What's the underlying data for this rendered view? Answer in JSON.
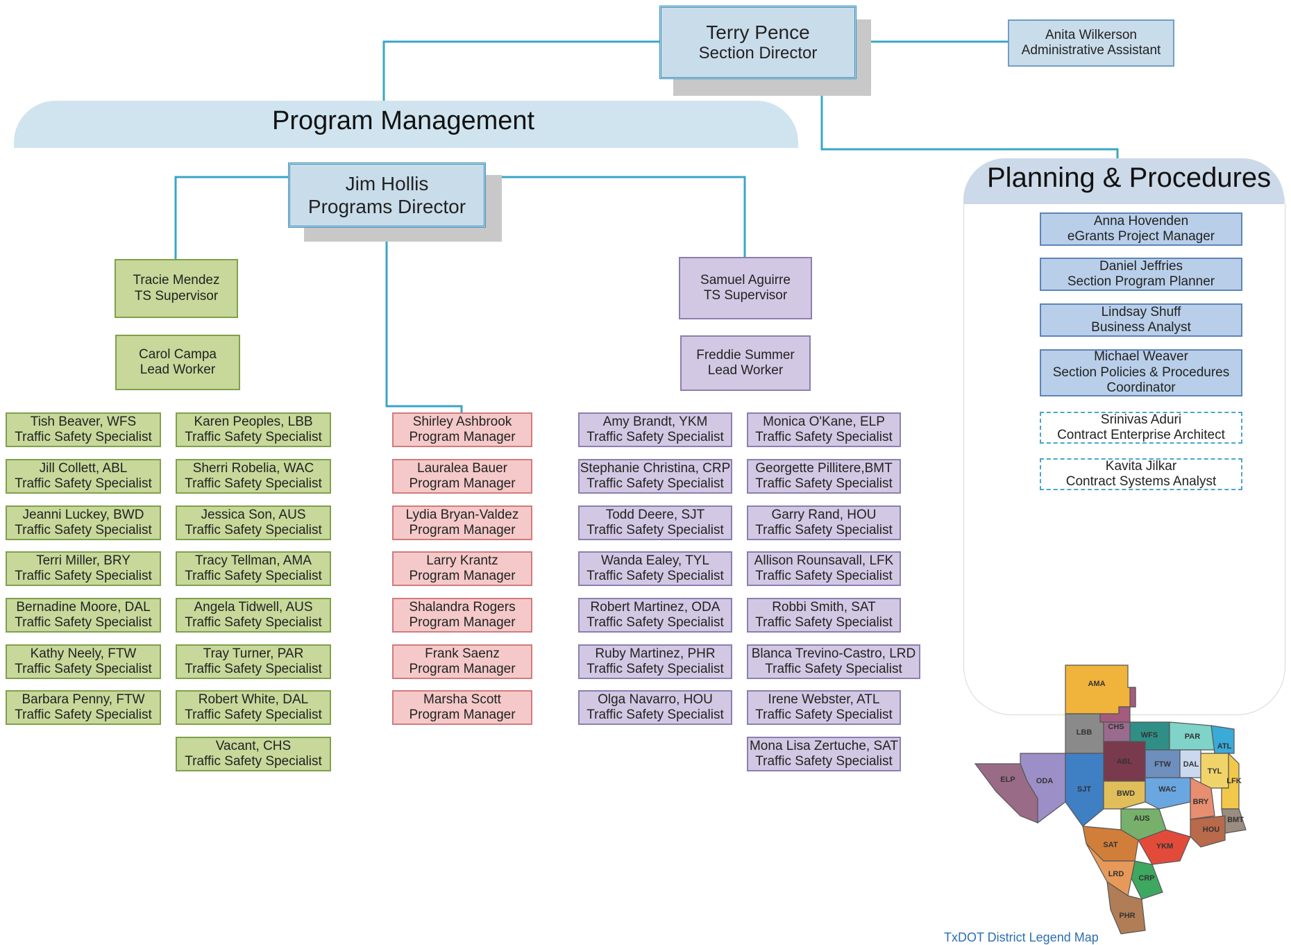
{
  "director": {
    "name": "Terry Pence",
    "title": "Section Director"
  },
  "assistant": {
    "name": "Anita Wilkerson",
    "title": "Administrative Assistant"
  },
  "program_management": {
    "heading": "Program Management",
    "programs_director": {
      "name": "Jim Hollis",
      "title": "Programs Director"
    },
    "left_team": {
      "supervisor": {
        "name": "Tracie Mendez",
        "title": "TS Supervisor"
      },
      "lead": {
        "name": "Carol Campa",
        "title": "Lead Worker"
      },
      "col1": [
        {
          "name": "Tish Beaver, WFS",
          "title": "Traffic Safety Specialist"
        },
        {
          "name": "Jill Collett, ABL",
          "title": "Traffic Safety Specialist"
        },
        {
          "name": "Jeanni Luckey, BWD",
          "title": "Traffic Safety Specialist"
        },
        {
          "name": "Terri Miller, BRY",
          "title": "Traffic Safety Specialist"
        },
        {
          "name": "Bernadine Moore, DAL",
          "title": "Traffic Safety Specialist"
        },
        {
          "name": "Kathy Neely, FTW",
          "title": "Traffic Safety Specialist"
        },
        {
          "name": "Barbara Penny, FTW",
          "title": "Traffic Safety Specialist"
        }
      ],
      "col2": [
        {
          "name": "Karen Peoples, LBB",
          "title": "Traffic Safety Specialist"
        },
        {
          "name": "Sherri Robelia, WAC",
          "title": "Traffic Safety Specialist"
        },
        {
          "name": "Jessica Son, AUS",
          "title": "Traffic Safety Specialist"
        },
        {
          "name": "Tracy Tellman, AMA",
          "title": "Traffic Safety Specialist"
        },
        {
          "name": "Angela Tidwell, AUS",
          "title": "Traffic Safety Specialist"
        },
        {
          "name": "Tray Turner, PAR",
          "title": "Traffic Safety Specialist"
        },
        {
          "name": "Robert White, DAL",
          "title": "Traffic Safety Specialist"
        },
        {
          "name": "Vacant, CHS",
          "title": "Traffic Safety Specialist"
        }
      ]
    },
    "program_managers": [
      {
        "name": "Shirley Ashbrook",
        "title": "Program Manager"
      },
      {
        "name": "Lauralea Bauer",
        "title": "Program Manager"
      },
      {
        "name": "Lydia Bryan-Valdez",
        "title": "Program Manager"
      },
      {
        "name": "Larry Krantz",
        "title": "Program Manager"
      },
      {
        "name": "Shalandra Rogers",
        "title": "Program Manager"
      },
      {
        "name": "Frank Saenz",
        "title": "Program Manager"
      },
      {
        "name": "Marsha Scott",
        "title": "Program Manager"
      }
    ],
    "right_team": {
      "supervisor": {
        "name": "Samuel Aguirre",
        "title": "TS Supervisor"
      },
      "lead": {
        "name": "Freddie Summer",
        "title": "Lead Worker"
      },
      "col1": [
        {
          "name": "Amy Brandt, YKM",
          "title": "Traffic Safety Specialist"
        },
        {
          "name": "Stephanie Christina, CRP",
          "title": "Traffic Safety Specialist"
        },
        {
          "name": "Todd Deere, SJT",
          "title": "Traffic Safety Specialist"
        },
        {
          "name": "Wanda Ealey, TYL",
          "title": "Traffic Safety Specialist"
        },
        {
          "name": "Robert Martinez, ODA",
          "title": "Traffic Safety Specialist"
        },
        {
          "name": "Ruby Martinez, PHR",
          "title": "Traffic Safety Specialist"
        },
        {
          "name": "Olga Navarro, HOU",
          "title": "Traffic Safety Specialist"
        }
      ],
      "col2": [
        {
          "name": "Monica O'Kane, ELP",
          "title": "Traffic Safety Specialist"
        },
        {
          "name": "Georgette Pillitere,BMT",
          "title": "Traffic Safety Specialist"
        },
        {
          "name": "Garry Rand, HOU",
          "title": "Traffic Safety Specialist"
        },
        {
          "name": "Allison Rounsavall, LFK",
          "title": "Traffic Safety Specialist"
        },
        {
          "name": "Robbi Smith, SAT",
          "title": "Traffic Safety Specialist"
        },
        {
          "name": "Blanca Trevino-Castro, LRD",
          "title": "Traffic Safety Specialist"
        },
        {
          "name": "Irene Webster, ATL",
          "title": "Traffic Safety Specialist"
        },
        {
          "name": "Mona Lisa Zertuche, SAT",
          "title": "Traffic Safety Specialist"
        }
      ]
    }
  },
  "planning_procedures": {
    "heading": "Planning & Procedures",
    "staff": [
      {
        "lines": [
          "Anna Hovenden",
          "eGrants Project Manager"
        ],
        "style": "solid"
      },
      {
        "lines": [
          "Daniel Jeffries",
          "Section Program Planner"
        ],
        "style": "solid"
      },
      {
        "lines": [
          "Lindsay Shuff",
          "Business Analyst"
        ],
        "style": "solid"
      },
      {
        "lines": [
          "Michael Weaver",
          "Section Policies & Procedures",
          "Coordinator"
        ],
        "style": "solid"
      },
      {
        "lines": [
          "Srinivas Aduri",
          "Contract Enterprise Architect"
        ],
        "style": "dashed"
      },
      {
        "lines": [
          "Kavita Jilkar",
          "Contract Systems Analyst"
        ],
        "style": "dashed"
      }
    ]
  },
  "map": {
    "caption": "TxDOT District Legend Map",
    "districts": [
      "AMA",
      "LBB",
      "CHS",
      "WFS",
      "PAR",
      "ATL",
      "ABL",
      "FTW",
      "DAL",
      "TYL",
      "LFK",
      "ELP",
      "ODA",
      "SJT",
      "BWD",
      "WAC",
      "BRY",
      "AUS",
      "BMT",
      "HOU",
      "SAT",
      "YKM",
      "CRP",
      "LRD",
      "PHR"
    ]
  }
}
